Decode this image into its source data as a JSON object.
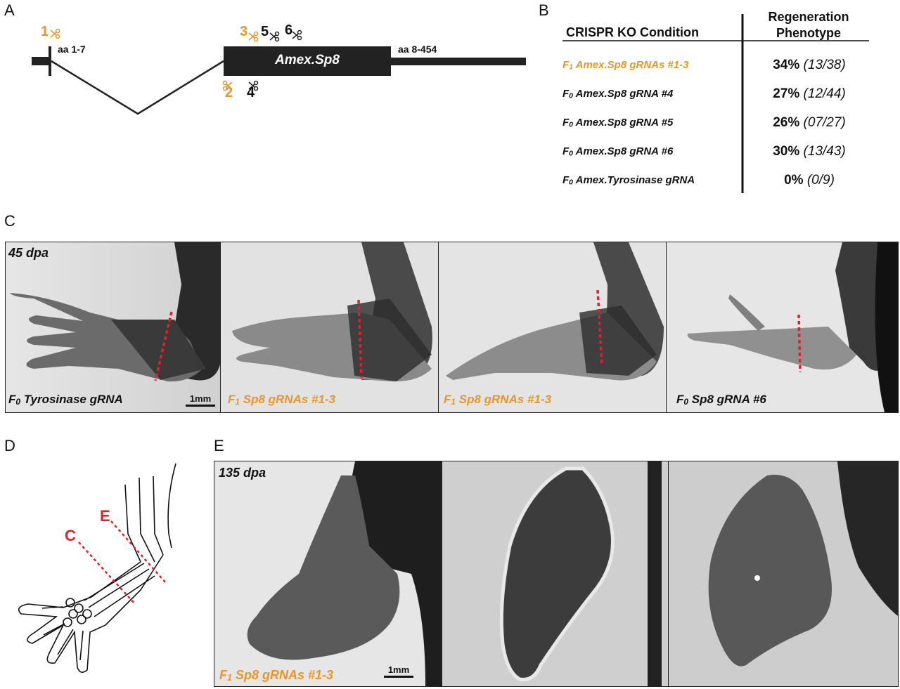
{
  "panels": {
    "A": "A",
    "B": "B",
    "C": "C",
    "D": "D",
    "E": "E"
  },
  "panelA": {
    "gene_label": "Amex.Sp8",
    "exon1_label": "aa 1-7",
    "exon2_label": "aa 8-454",
    "grna_top": [
      "1",
      "3",
      "5",
      "6"
    ],
    "grna_bottom": [
      "2",
      "4"
    ]
  },
  "panelB": {
    "col_condition": "CRISPR KO Condition",
    "col_phenotype_1": "Regeneration",
    "col_phenotype_2": "Phenotype",
    "rows": [
      {
        "prefix": "F",
        "sub": "1",
        "name": " Amex.Sp8 gRNAs #1-3",
        "pct": "34%",
        "frac": "(13/38)",
        "highlight": true
      },
      {
        "prefix": "F",
        "sub": "0",
        "name": " Amex.Sp8 gRNA #4",
        "pct": "27%",
        "frac": "(12/44)",
        "highlight": false
      },
      {
        "prefix": "F",
        "sub": "0",
        "name": " Amex.Sp8 gRNA #5",
        "pct": "26%",
        "frac": "(07/27)",
        "highlight": false
      },
      {
        "prefix": "F",
        "sub": "0",
        "name": " Amex.Sp8 gRNA #6",
        "pct": "30%",
        "frac": "(13/43)",
        "highlight": false
      },
      {
        "prefix": "F",
        "sub": "0",
        "name": " Amex.Tyrosinase gRNA",
        "pct": "0%",
        "frac": "(0/9)",
        "highlight": false
      }
    ]
  },
  "panelC": {
    "timepoint": "45 dpa",
    "scale": "1mm",
    "photos": [
      {
        "prefix": "F",
        "sub": "0",
        "label": " Tyrosinase gRNA",
        "highlight": false
      },
      {
        "prefix": "F",
        "sub": "1",
        "label": " Sp8 gRNAs #1-3",
        "highlight": true
      },
      {
        "prefix": "F",
        "sub": "1",
        "label": " Sp8 gRNAs #1-3",
        "highlight": true
      },
      {
        "prefix": "F",
        "sub": "0",
        "label": " Sp8 gRNA #6",
        "highlight": false
      }
    ]
  },
  "panelD": {
    "cut_c": "C",
    "cut_e": "E"
  },
  "panelE": {
    "timepoint": "135 dpa",
    "scale": "1mm",
    "prefix": "F",
    "sub": "1",
    "label": " Sp8 gRNAs #1-3"
  },
  "colors": {
    "highlight": "#e8962a",
    "cut_line": "#e0202a",
    "dark": "#111111"
  }
}
